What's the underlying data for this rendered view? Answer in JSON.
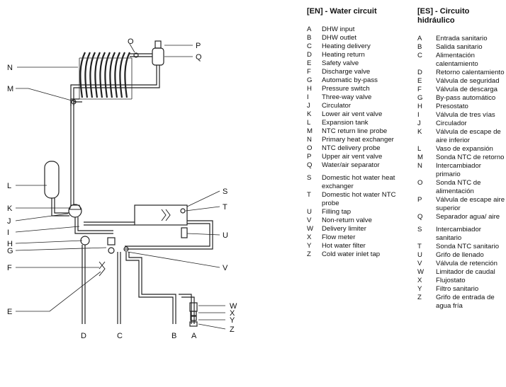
{
  "diagram": {
    "labels_left": [
      "N",
      "M",
      "L",
      "K",
      "J",
      "I",
      "H",
      "G",
      "F",
      "E"
    ],
    "labels_right": [
      "P",
      "Q",
      "S",
      "T",
      "U",
      "V",
      "W",
      "X",
      "Y",
      "Z"
    ],
    "labels_top": [
      "O"
    ],
    "labels_bottom": [
      "D",
      "C",
      "B",
      "A"
    ]
  },
  "legend_en": {
    "title": "[EN] - Water circuit",
    "items": [
      {
        "key": "A",
        "text": "DHW input"
      },
      {
        "key": "B",
        "text": "DHW outlet"
      },
      {
        "key": "C",
        "text": "Heating delivery"
      },
      {
        "key": "D",
        "text": "Heating return"
      },
      {
        "key": "E",
        "text": "Safety valve"
      },
      {
        "key": "F",
        "text": "Discharge valve"
      },
      {
        "key": "G",
        "text": "Automatic by-pass"
      },
      {
        "key": "H",
        "text": "Pressure switch"
      },
      {
        "key": "I",
        "text": "Three-way valve"
      },
      {
        "key": "J",
        "text": "Circulator"
      },
      {
        "key": "K",
        "text": "Lower air vent valve"
      },
      {
        "key": "L",
        "text": "Expansion tank"
      },
      {
        "key": "M",
        "text": "NTC return line probe"
      },
      {
        "key": "N",
        "text": "Primary heat exchanger"
      },
      {
        "key": "O",
        "text": "NTC delivery probe"
      },
      {
        "key": "P",
        "text": "Upper air vent valve"
      },
      {
        "key": "Q",
        "text": "Water/air separator"
      },
      {
        "key": "S",
        "text": "Domestic hot water heat exchanger"
      },
      {
        "key": "T",
        "text": "Domestic hot water NTC probe"
      },
      {
        "key": "U",
        "text": "Filling tap"
      },
      {
        "key": "V",
        "text": "Non-return valve"
      },
      {
        "key": "W",
        "text": "Delivery limiter"
      },
      {
        "key": "X",
        "text": "Flow meter"
      },
      {
        "key": "Y",
        "text": "Hot water filter"
      },
      {
        "key": "Z",
        "text": "Cold water inlet tap"
      }
    ]
  },
  "legend_es": {
    "title": "[ES] - Circuito hidráulico",
    "items": [
      {
        "key": "A",
        "text": "Entrada sanitario"
      },
      {
        "key": "B",
        "text": "Salida sanitario"
      },
      {
        "key": "C",
        "text": "Alimentación calentamiento"
      },
      {
        "key": "D",
        "text": "Retorno calentamiento"
      },
      {
        "key": "E",
        "text": "Válvula de seguridad"
      },
      {
        "key": "F",
        "text": "Válvula de descarga"
      },
      {
        "key": "G",
        "text": "By-pass automático"
      },
      {
        "key": "H",
        "text": "Presostato"
      },
      {
        "key": "I",
        "text": "Válvula de tres vías"
      },
      {
        "key": "J",
        "text": "Circulador"
      },
      {
        "key": "K",
        "text": "Válvula de escape de aire inferior"
      },
      {
        "key": "L",
        "text": "Vaso de expansión"
      },
      {
        "key": "M",
        "text": "Sonda NTC de retorno"
      },
      {
        "key": "N",
        "text": "Intercambiador primario"
      },
      {
        "key": "O",
        "text": "Sonda NTC de alimentación"
      },
      {
        "key": "P",
        "text": "Válvula de escape aire superior"
      },
      {
        "key": "Q",
        "text": "Separador agua/ aire"
      },
      {
        "key": "S",
        "text": "Intercambiador sanitario"
      },
      {
        "key": "T",
        "text": "Sonda NTC sanitario"
      },
      {
        "key": "U",
        "text": "Grifo de llenado"
      },
      {
        "key": "V",
        "text": "Válvula de retención"
      },
      {
        "key": "W",
        "text": "Limitador de caudal"
      },
      {
        "key": "X",
        "text": "Flujostato"
      },
      {
        "key": "Y",
        "text": "Filtro sanitario"
      },
      {
        "key": "Z",
        "text": "Grifo de entrada de agua fría"
      }
    ]
  }
}
